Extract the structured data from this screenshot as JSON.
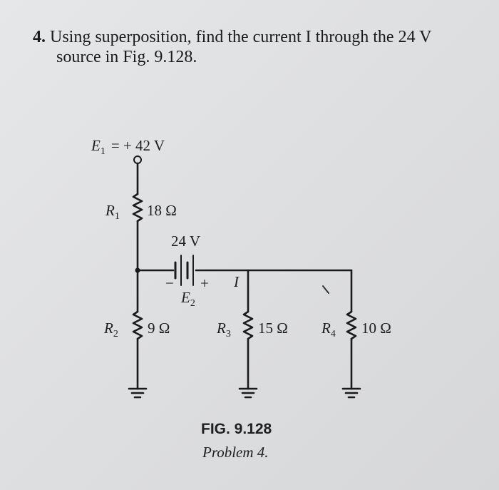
{
  "problem": {
    "number": "4.",
    "line1": "Using superposition, find the current I through the 24 V",
    "line2": "source in Fig. 9.128."
  },
  "circuit": {
    "e1_label": "E",
    "e1_sub": "1",
    "e1_value": "= + 42 V",
    "r1_label": "R",
    "r1_sub": "1",
    "r1_value": "18 Ω",
    "e2_value": "24 V",
    "e2_label": "E",
    "e2_sub": "2",
    "e2_minus": "−",
    "e2_plus": "+",
    "current_label": "I",
    "r2_label": "R",
    "r2_sub": "2",
    "r2_value": "9 Ω",
    "r3_label": "R",
    "r3_sub": "3",
    "r3_value": "15 Ω",
    "r4_label": "R",
    "r4_sub": "4",
    "r4_value": "10 Ω"
  },
  "figure": {
    "title": "FIG. 9.128",
    "subtitle": "Problem 4."
  }
}
